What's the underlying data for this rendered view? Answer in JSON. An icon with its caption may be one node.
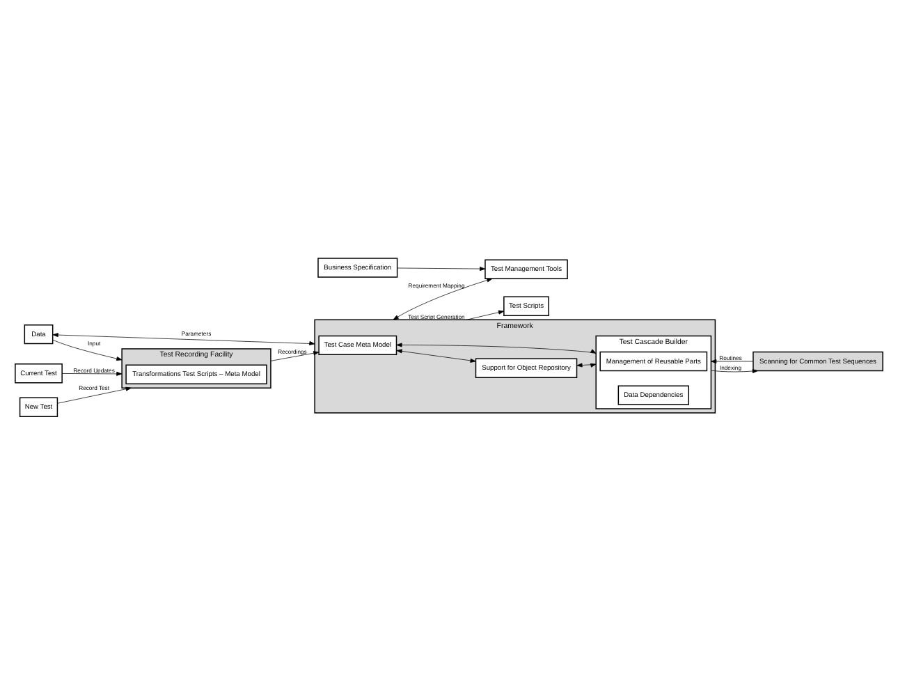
{
  "diagram": {
    "nodes": [
      {
        "text": [
          "Test Recording Facility"
        ]
      },
      {
        "text": [
          "Transformations Test Scripts – Meta Model"
        ],
        "in": 0
      },
      {
        "text": [
          "New Test"
        ]
      },
      {
        "text": [
          "Current Test"
        ]
      },
      {
        "text": [
          "Data"
        ]
      },
      {
        "text": [
          "Scanning for Common Test Sequences"
        ]
      },
      {
        "text": [
          "Framework"
        ]
      },
      {
        "text": [
          "Test Case Meta Model"
        ],
        "in": 6
      },
      {
        "text": [
          "Support for Object Repository"
        ],
        "in": 6
      },
      {
        "text": [
          "Test Cascade Builder"
        ],
        "in": 6
      },
      {
        "text": [
          "Management of Reusable Parts"
        ],
        "in": 9
      },
      {
        "text": [
          "Data Dependencies"
        ],
        "in": 9
      },
      {
        "text": [
          "Test Scripts"
        ]
      },
      {
        "text": [
          "Test Management Tools"
        ]
      },
      {
        "text": [
          "Business Specification"
        ]
      }
    ],
    "edges": [
      {
        "from": 0,
        "to": 7,
        "arrow": "to",
        "label": "Recordings"
      },
      {
        "from": 2,
        "to": 0,
        "arrow": "to",
        "label": "Record Test"
      },
      {
        "from": 4,
        "to": 0,
        "arrow": "to",
        "label": "Input"
      },
      {
        "from": 3,
        "to": 0,
        "arrow": "to",
        "label": "Record Updates"
      },
      {
        "from": 4,
        "to": 6,
        "arrow": "both",
        "label": "Parameters"
      },
      {
        "from": 7,
        "to": 9,
        "arrow": "both"
      },
      {
        "from": 7,
        "to": 8,
        "arrow": "both"
      },
      {
        "from": 8,
        "to": 9,
        "arrow": "both"
      },
      {
        "from": 5,
        "to": 9,
        "arrow": "to",
        "label": "Routines"
      },
      {
        "from": 9,
        "to": 5,
        "arrow": "to",
        "label": "Indexing"
      },
      {
        "from": 6,
        "to": 12,
        "arrow": "to",
        "label": "Test Script Generation"
      },
      {
        "from": 6,
        "to": 13,
        "arrow": "both",
        "label": "Requirement Mapping"
      },
      {
        "from": 14,
        "to": 13,
        "arrow": "to"
      }
    ]
  }
}
